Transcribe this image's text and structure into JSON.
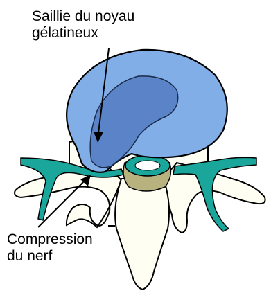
{
  "labels": {
    "protrusion": [
      "Saillie du noyau",
      "gélatineux"
    ],
    "compression": [
      "Compression",
      "du nerf"
    ]
  },
  "colors": {
    "disc_outer": "#82aee8",
    "disc_inner": "#5b84c8",
    "outline": "#000000",
    "nerve": "#1aa69a",
    "canal": "#b8b37e",
    "bone": "#fffef3"
  }
}
